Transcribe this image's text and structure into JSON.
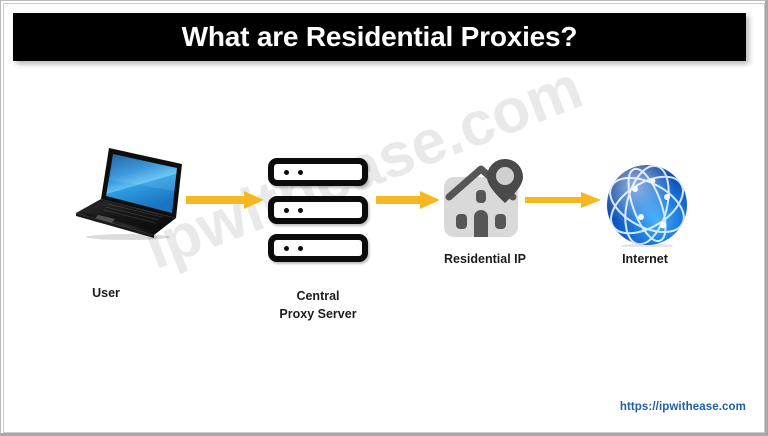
{
  "banner": {
    "title": "What are Residential Proxies?"
  },
  "watermark": {
    "text": "ipwithease.com"
  },
  "footer": {
    "url": "https://ipwithease.com"
  },
  "diagram": {
    "nodes": [
      {
        "id": "user",
        "label": "User",
        "icon": "laptop-icon"
      },
      {
        "id": "proxy",
        "label": "Central\nProxy Server",
        "icon": "server-stack-icon"
      },
      {
        "id": "residential",
        "label": "Residential IP",
        "icon": "house-location-icon"
      },
      {
        "id": "internet",
        "label": "Internet",
        "icon": "globe-icon"
      }
    ],
    "node_labels": {
      "user": "User",
      "proxy_line1": "Central",
      "proxy_line2": "Proxy Server",
      "residential": "Residential IP",
      "internet": "Internet"
    },
    "arrows": [
      {
        "id": "arrow-user-to-proxy",
        "from": "user",
        "to": "proxy"
      },
      {
        "id": "arrow-proxy-to-residential",
        "from": "proxy",
        "to": "residential"
      },
      {
        "id": "arrow-residential-to-internet",
        "from": "residential",
        "to": "internet"
      }
    ]
  },
  "colors": {
    "banner_bg": "#000000",
    "banner_text": "#ffffff",
    "arrow": "#F5B820",
    "page_bg": "#ffffff",
    "label_text": "#1c1c1c",
    "footer_link": "#1f5fa8",
    "watermark": "#e9e9e9",
    "house_fill": "#d9d9d9",
    "house_detail": "#565656",
    "server_outline": "#0b0b0b",
    "globe_blue": "#1464d2"
  }
}
